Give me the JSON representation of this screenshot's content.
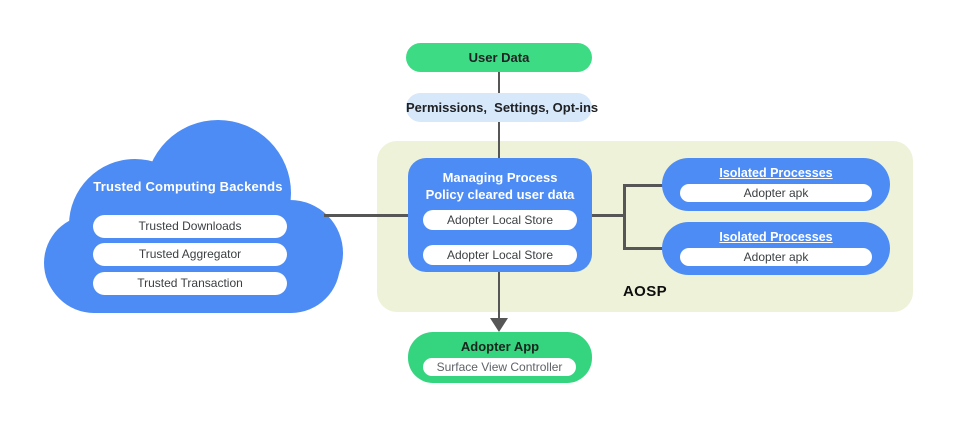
{
  "colors": {
    "blue": "#4D8CF5",
    "cloud_blue": "#4D8CF5",
    "green": "#3DDC84",
    "adopter_green": "#35D57F",
    "light_blue": "#D7E8FA",
    "pale_green": "#EDF2D8",
    "line": "#565656",
    "text_dark": "#202124",
    "pill_text": "#3C4043"
  },
  "flow": {
    "user_data": "User Data",
    "permissions": "Permissions,  Settings, Opt-ins"
  },
  "cloud": {
    "title": "Trusted Computing Backends",
    "pills": [
      "Trusted Downloads",
      "Trusted Aggregator",
      "Trusted Transaction"
    ]
  },
  "aosp": {
    "label": "AOSP",
    "managing_process": {
      "title_line1": "Managing Process",
      "title_line2": "Policy cleared user data",
      "pills": [
        "Adopter Local Store",
        "Adopter Local Store"
      ]
    },
    "isolated_processes": [
      {
        "title": "Isolated Processes",
        "pill": "Adopter apk"
      },
      {
        "title": "Isolated Processes",
        "pill": "Adopter apk"
      }
    ]
  },
  "adopter_app": {
    "title": "Adopter App",
    "pill": "Surface View Controller"
  }
}
